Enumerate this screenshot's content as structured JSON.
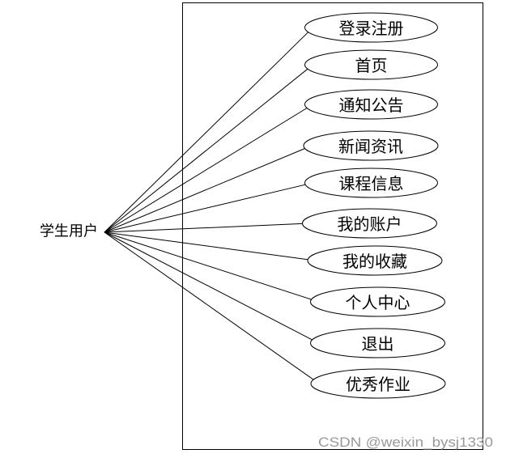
{
  "actor": {
    "label": "学生用户"
  },
  "use_cases": [
    {
      "label": "登录注册"
    },
    {
      "label": "首页"
    },
    {
      "label": "通知公告"
    },
    {
      "label": "新闻资讯"
    },
    {
      "label": "课程信息"
    },
    {
      "label": "我的账户"
    },
    {
      "label": "我的收藏"
    },
    {
      "label": "个人中心"
    },
    {
      "label": "退出"
    },
    {
      "label": "优秀作业"
    }
  ],
  "watermark": "CSDN @weixin_bysj1330"
}
